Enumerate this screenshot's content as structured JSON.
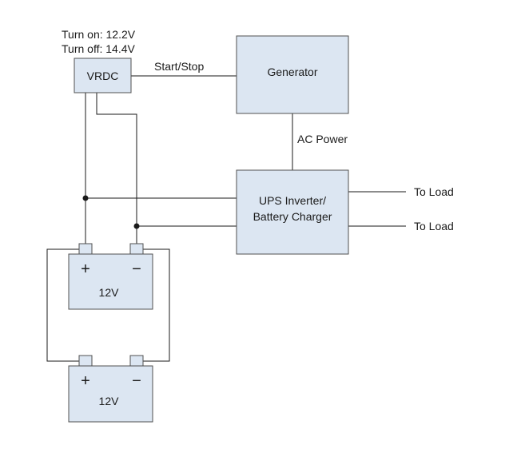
{
  "vrdc": {
    "label": "VRDC",
    "turn_on": "Turn on: 12.2V",
    "turn_off": "Turn off: 14.4V"
  },
  "generator": {
    "label": "Generator"
  },
  "ups": {
    "line1": "UPS Inverter/",
    "line2": "Battery Charger"
  },
  "connections": {
    "start_stop": "Start/Stop",
    "ac_power": "AC Power",
    "load_1": "To Load",
    "load_2": "To Load"
  },
  "battery_top": {
    "voltage": "12V",
    "plus": "+",
    "minus": "−"
  },
  "battery_bottom": {
    "voltage": "12V",
    "plus": "+",
    "minus": "−"
  },
  "colors": {
    "box_fill": "#dce6f2",
    "box_stroke": "#505050",
    "wire": "#1a1a1a"
  }
}
